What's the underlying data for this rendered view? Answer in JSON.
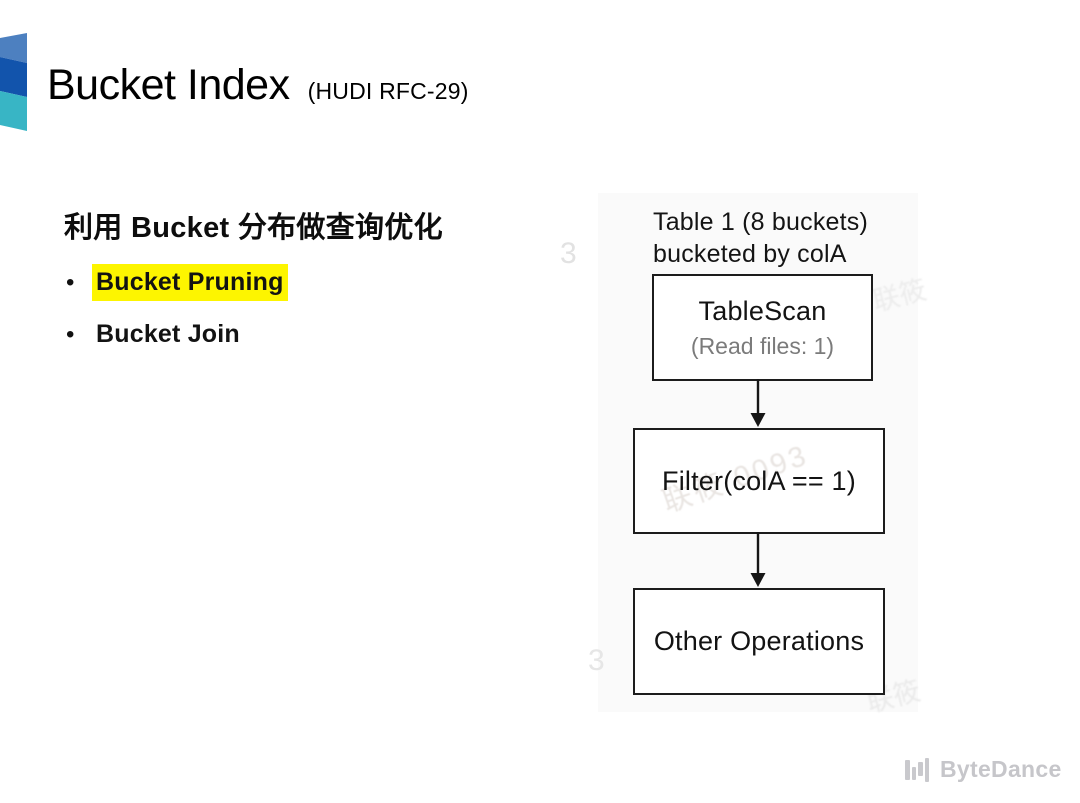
{
  "header": {
    "title": "Bucket Index",
    "subtitle": "(HUDI RFC-29)"
  },
  "content": {
    "heading": "利用 Bucket 分布做查询优化",
    "bullet_marker": "•",
    "bullets": [
      {
        "label": "Bucket Pruning",
        "highlighted": true
      },
      {
        "label": "Bucket Join",
        "highlighted": false
      }
    ]
  },
  "diagram": {
    "caption_line1": "Table 1 (8 buckets)",
    "caption_line2": "bucketed by colA",
    "nodes": [
      {
        "title": "TableScan",
        "subtitle": "(Read files: 1)"
      },
      {
        "title": "Filter(colA == 1)"
      },
      {
        "title": "Other Operations"
      }
    ]
  },
  "watermarks": {
    "numeral_top": "3",
    "numeral_bottom": "3",
    "diagonal": "联筱 0093",
    "fragment_top_right": "联筱",
    "fragment_bottom_right": "联筱"
  },
  "footer": {
    "brand": "ByteDance"
  },
  "colors": {
    "ribbon_top_blue": "#4d80c0",
    "ribbon_dark_blue": "#1254ac",
    "ribbon_teal": "#38b5c5",
    "highlight_yellow": "#fdf500",
    "node_border": "#1c1c1c",
    "node_subtitle_gray": "#7b7b7b",
    "brand_gray": "#c6c6ca"
  }
}
